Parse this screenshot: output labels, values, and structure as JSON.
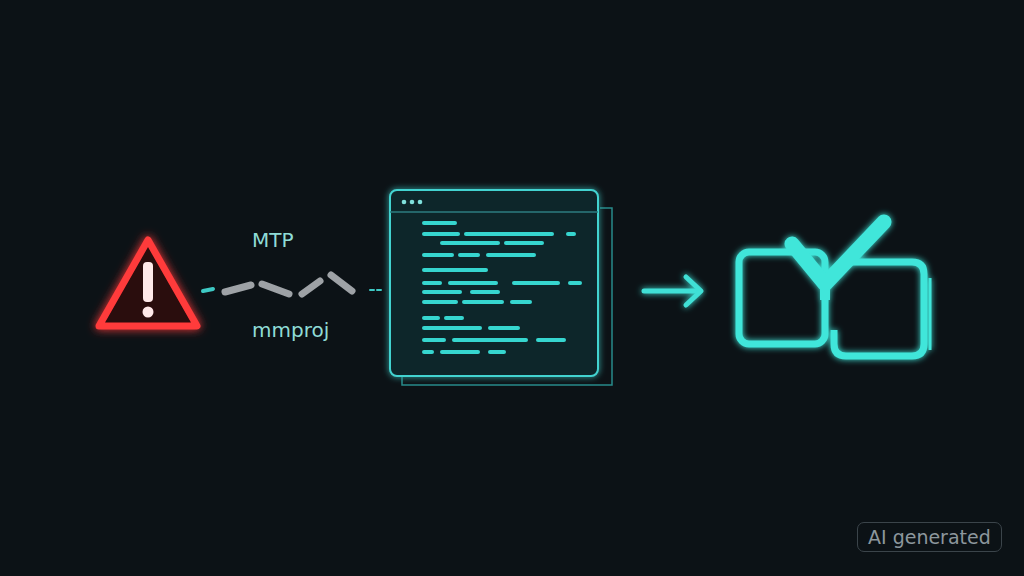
{
  "diagram": {
    "nodes": [
      {
        "text": [
          "AI generated"
        ]
      }
    ],
    "labels": [
      "MTP",
      "mmproj"
    ]
  }
}
